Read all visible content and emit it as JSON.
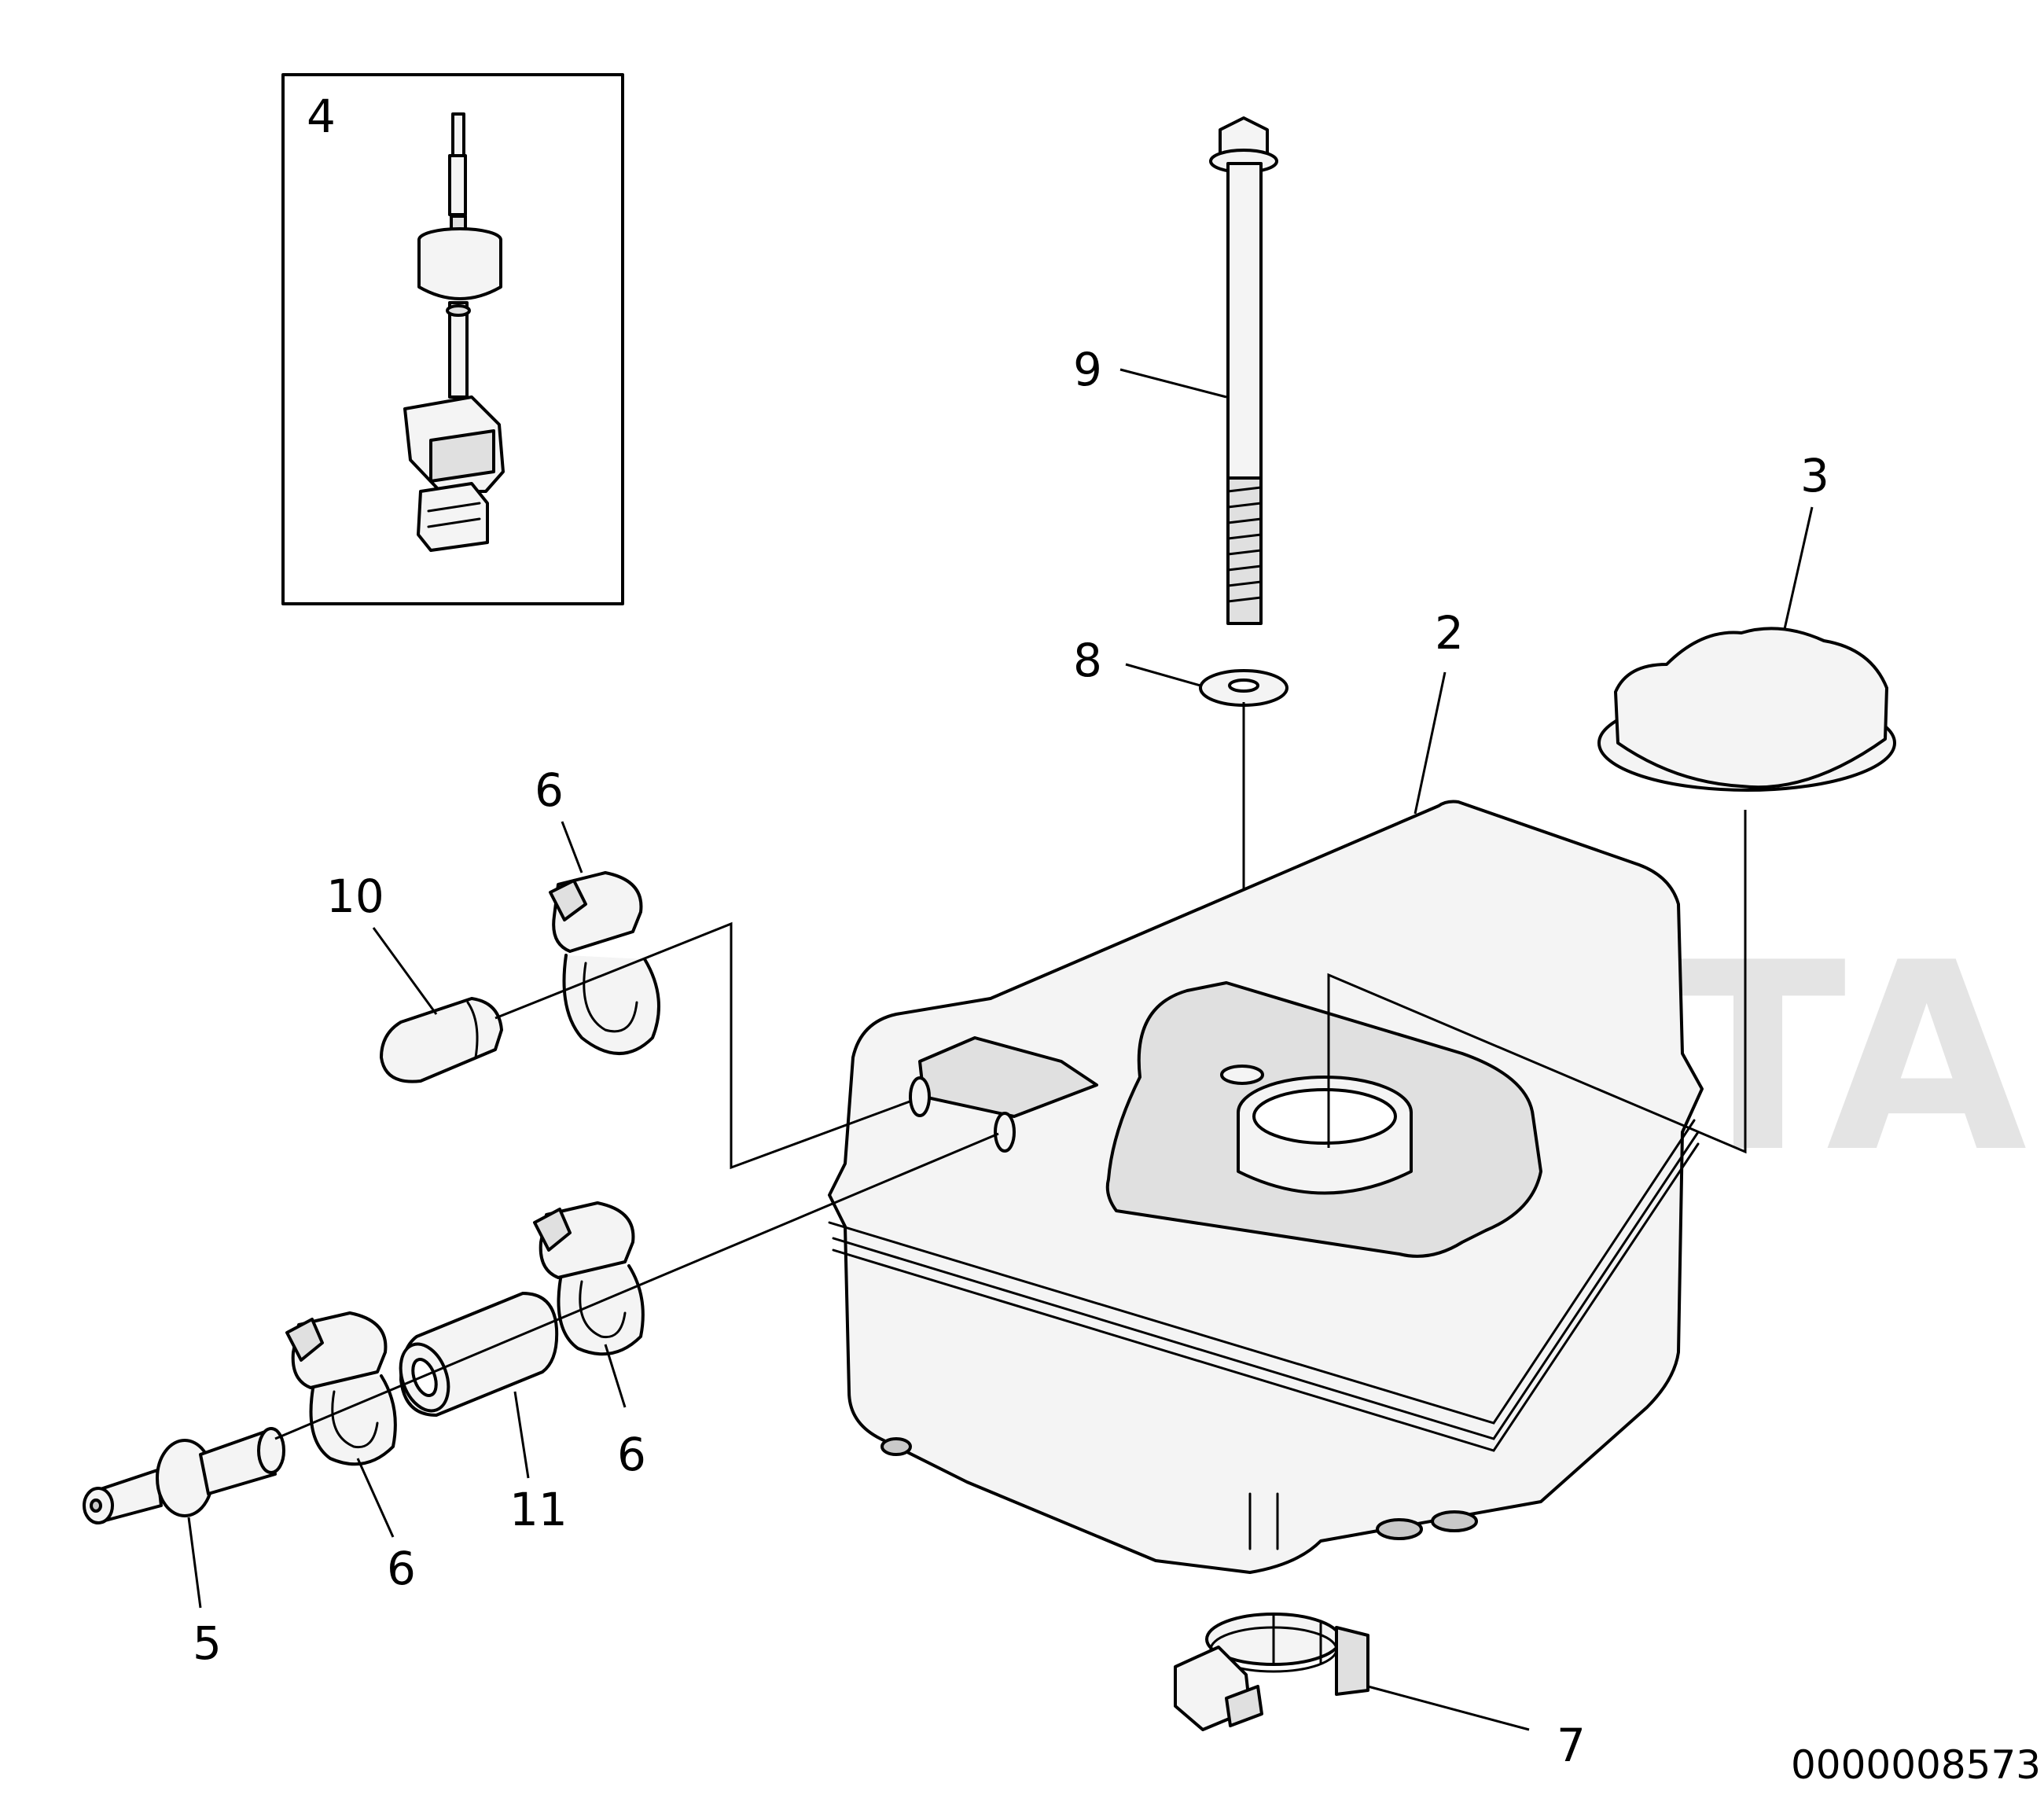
{
  "diagram": {
    "document_number": "0000008573",
    "watermark_text": "PENTA",
    "callouts": {
      "part_2": "2",
      "part_3": "3",
      "part_4": "4",
      "part_5": "5",
      "part_6_top": "6",
      "part_6_mid": "6",
      "part_6_low": "6",
      "part_7": "7",
      "part_8": "8",
      "part_9": "9",
      "part_10": "10",
      "part_11": "11"
    }
  }
}
